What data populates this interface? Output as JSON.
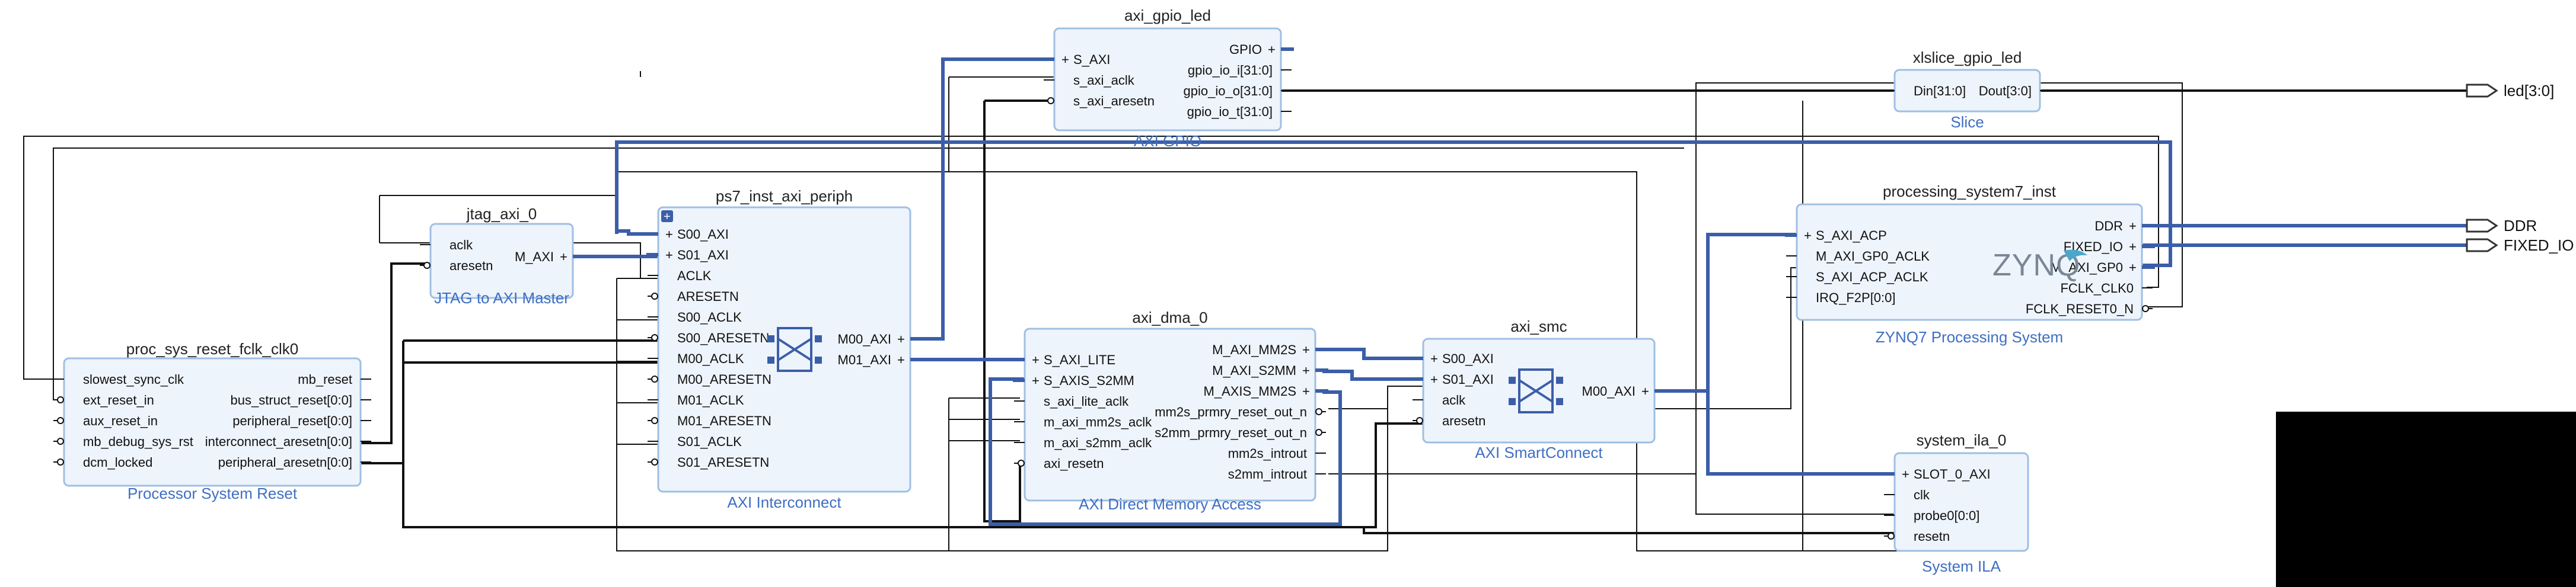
{
  "blocks": {
    "proc_sys_reset": {
      "title": "proc_sys_reset_fclk_clk0",
      "subtitle": "Processor System Reset",
      "left_pins": [
        "slowest_sync_clk",
        "ext_reset_in",
        "aux_reset_in",
        "mb_debug_sys_rst",
        "dcm_locked"
      ],
      "right_pins": [
        "mb_reset",
        "bus_struct_reset[0:0]",
        "peripheral_reset[0:0]",
        "interconnect_aresetn[0:0]",
        "peripheral_aresetn[0:0]"
      ]
    },
    "jtag_axi": {
      "title": "jtag_axi_0",
      "subtitle": "JTAG to AXI Master",
      "left_pins": [
        "aclk",
        "aresetn"
      ],
      "right_pins": [
        "M_AXI"
      ]
    },
    "interconnect": {
      "title": "ps7_inst_axi_periph",
      "subtitle": "AXI Interconnect",
      "left_pins": [
        "S00_AXI",
        "S01_AXI",
        "ACLK",
        "ARESETN",
        "S00_ACLK",
        "S00_ARESETN",
        "M00_ACLK",
        "M00_ARESETN",
        "M01_ACLK",
        "M01_ARESETN",
        "S01_ACLK",
        "S01_ARESETN"
      ],
      "right_pins": [
        "M00_AXI",
        "M01_AXI"
      ]
    },
    "gpio": {
      "title": "axi_gpio_led",
      "subtitle": "AXI GPIO",
      "left_pins": [
        "S_AXI",
        "s_axi_aclk",
        "s_axi_aresetn"
      ],
      "right_pins": [
        "GPIO",
        "gpio_io_i[31:0]",
        "gpio_io_o[31:0]",
        "gpio_io_t[31:0]"
      ]
    },
    "dma": {
      "title": "axi_dma_0",
      "subtitle": "AXI Direct Memory Access",
      "left_pins": [
        "S_AXI_LITE",
        "S_AXIS_S2MM",
        "s_axi_lite_aclk",
        "m_axi_mm2s_aclk",
        "m_axi_s2mm_aclk",
        "axi_resetn"
      ],
      "right_pins": [
        "M_AXI_MM2S",
        "M_AXI_S2MM",
        "M_AXIS_MM2S",
        "mm2s_prmry_reset_out_n",
        "s2mm_prmry_reset_out_n",
        "mm2s_introut",
        "s2mm_introut"
      ]
    },
    "smc": {
      "title": "axi_smc",
      "subtitle": "AXI SmartConnect",
      "left_pins": [
        "S00_AXI",
        "S01_AXI",
        "aclk",
        "aresetn"
      ],
      "right_pins": [
        "M00_AXI"
      ]
    },
    "slice": {
      "title": "xlslice_gpio_led",
      "subtitle": "Slice",
      "left_pins": [
        "Din[31:0]"
      ],
      "right_pins": [
        "Dout[3:0]"
      ]
    },
    "ps7": {
      "title": "processing_system7_inst",
      "subtitle": "ZYNQ7 Processing System",
      "logo_text": "ZYNQ",
      "left_pins": [
        "S_AXI_ACP",
        "M_AXI_GP0_ACLK",
        "S_AXI_ACP_ACLK",
        "IRQ_F2P[0:0]"
      ],
      "right_pins": [
        "DDR",
        "FIXED_IO",
        "M_AXI_GP0",
        "FCLK_CLK0",
        "FCLK_RESET0_N"
      ]
    },
    "ila": {
      "title": "system_ila_0",
      "subtitle": "System ILA",
      "left_pins": [
        "SLOT_0_AXI",
        "clk",
        "probe0[0:0]",
        "resetn"
      ],
      "right_pins": []
    }
  },
  "ports": {
    "led": "led[3:0]",
    "ddr": "DDR",
    "fixed_io": "FIXED_IO"
  },
  "colors": {
    "bus": "#3b5ea8",
    "block_fill": "#eef4fc",
    "block_border": "#9fbfe3",
    "subtitle": "#3f6fc2"
  }
}
